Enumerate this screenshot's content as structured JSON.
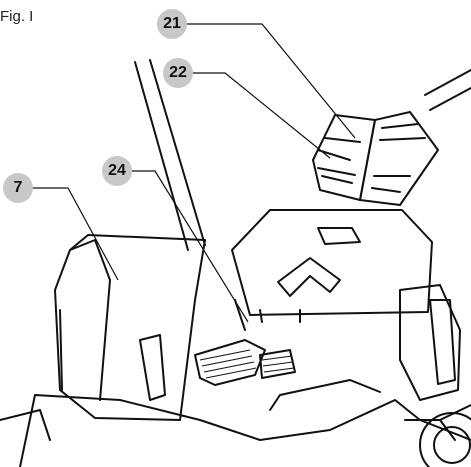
{
  "figure": {
    "label": "Fig. I"
  },
  "callouts": [
    "21",
    "22",
    "7",
    "24"
  ],
  "colors": {
    "line": "#111111",
    "callout_bg": "#c8c8c8",
    "background": "#ffffff"
  }
}
